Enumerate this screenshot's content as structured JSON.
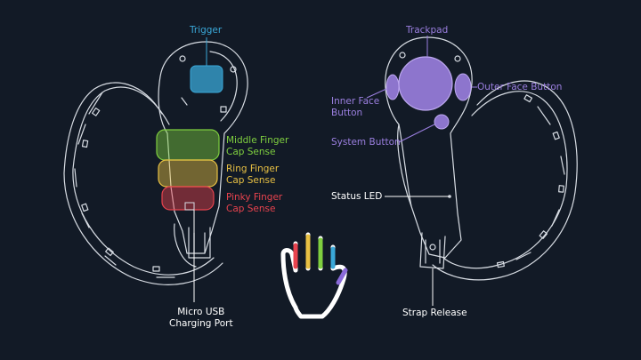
{
  "labels": {
    "trigger": "Trigger",
    "middle_finger": "Middle Finger\nCap Sense",
    "ring_finger": "Ring Finger\nCap Sense",
    "pinky_finger": "Pinky Finger\nCap Sense",
    "micro_usb": "Micro USB\nCharging Port",
    "trackpad": "Trackpad",
    "outer_face_button": "Outer Face Button",
    "inner_face_button": "Inner Face\nButton",
    "system_button": "System Button",
    "status_led": "Status LED",
    "strap_release": "Strap Release"
  },
  "colors": {
    "background": "#121a26",
    "outline": "#d8dde4",
    "trigger": "#3aa8d8",
    "middle": "#7fcf3f",
    "ring": "#e8c043",
    "pinky": "#e8434e",
    "buttons": "#9b7fe0",
    "thumb": "#8a6ad8"
  }
}
